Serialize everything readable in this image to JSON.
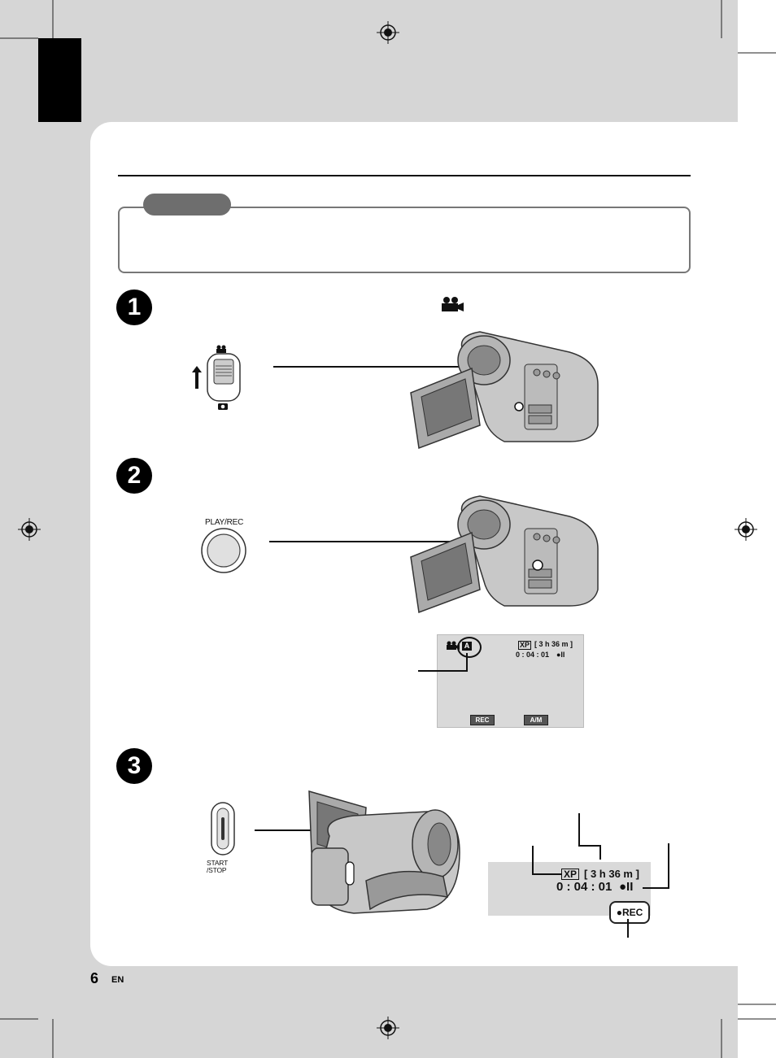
{
  "switch_label": "",
  "button_label_play_rec": "PLAY/REC",
  "button_label_start_stop": "START\n/STOP",
  "steps": [
    "1",
    "2",
    "3"
  ],
  "screen_small": {
    "quality": "XP",
    "remaining": "[ 3 h 36 m ]",
    "timecode": "0 : 04 : 01",
    "status": "●II",
    "btn_rec": "REC",
    "btn_am": "A/M",
    "mode_letter": "A"
  },
  "screen_large": {
    "quality": "XP",
    "remaining": "[ 3 h 36 m ]",
    "timecode": "0 : 04 : 01",
    "status": "●II",
    "rec_badge": "●REC"
  },
  "footer": {
    "page_number": "6",
    "lang": "EN"
  },
  "colors": {
    "page_bg": "#d6d6d6",
    "card_bg": "#ffffff",
    "accent_black": "#000000"
  }
}
